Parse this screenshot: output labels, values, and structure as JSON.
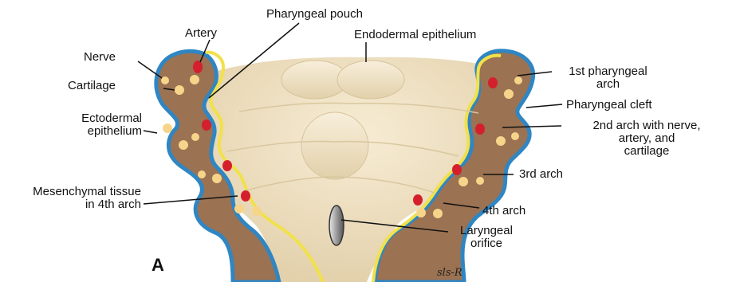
{
  "labels": {
    "pharyngeal_pouch": "Pharyngeal pouch",
    "artery": "Artery",
    "endodermal_epithelium": "Endodermal epithelium",
    "nerve": "Nerve",
    "cartilage": "Cartilage",
    "ectodermal_epithelium_1": "Ectodermal",
    "ectodermal_epithelium_2": "epithelium",
    "first_arch_1": "1st pharyngeal",
    "first_arch_2": "arch",
    "pharyngeal_cleft": "Pharyngeal cleft",
    "second_arch_1": "2nd arch with nerve,",
    "second_arch_2": "artery, and",
    "second_arch_3": "cartilage",
    "third_arch": "3rd arch",
    "mesenchymal_1": "Mesenchymal tissue",
    "mesenchymal_2": "in 4th arch",
    "fourth_arch": "4th arch",
    "laryngeal_1": "Laryngeal",
    "laryngeal_2": "orifice"
  },
  "panel_letter": "A",
  "signature": "sls-R",
  "colors": {
    "ectoderm": "#2f86c3",
    "endoderm": "#f1e14a",
    "mesenchyme": "#9b7252",
    "pharynx_floor": "#efe2c4",
    "artery": "#d4202c",
    "nerve_cartilage": "#f6d58a"
  }
}
